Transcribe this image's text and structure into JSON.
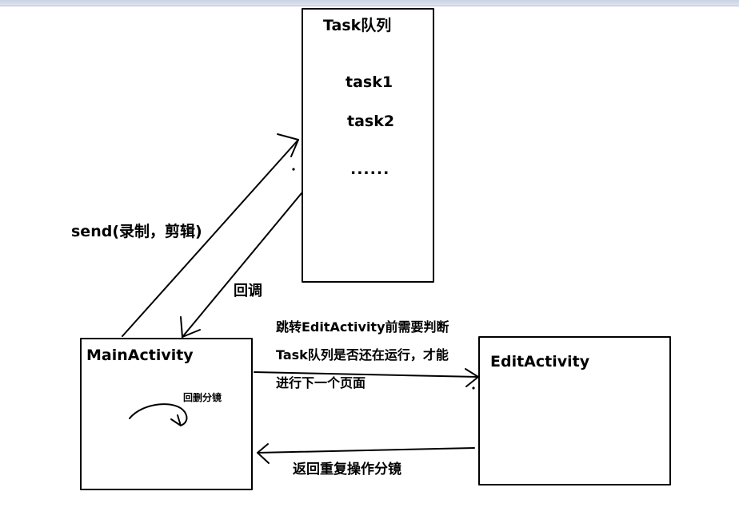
{
  "task_queue": {
    "title": "Task队列",
    "items": [
      "task1",
      "task2",
      "......"
    ]
  },
  "main_activity": {
    "title": "MainActivity",
    "self_loop_label": "回删分镜"
  },
  "edit_activity": {
    "title": "EditActivity"
  },
  "edges": {
    "send_label": "send(录制，剪辑)",
    "callback_label": "回调",
    "jump_label_lines": [
      "跳转EditActivity前需要判断",
      "Task队列是否还在运行，才能",
      "进行下一个页面"
    ],
    "return_label": "返回重复操作分镜"
  }
}
